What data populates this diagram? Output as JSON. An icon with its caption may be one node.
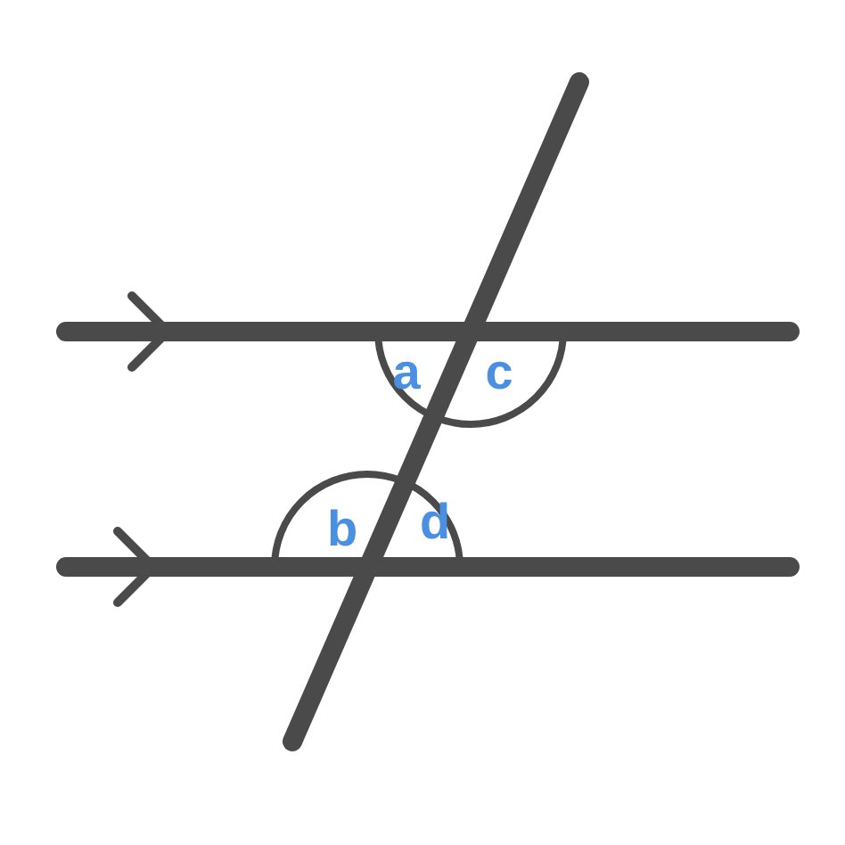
{
  "diagram": {
    "labels": [
      "a",
      "c",
      "b",
      "d"
    ]
  }
}
